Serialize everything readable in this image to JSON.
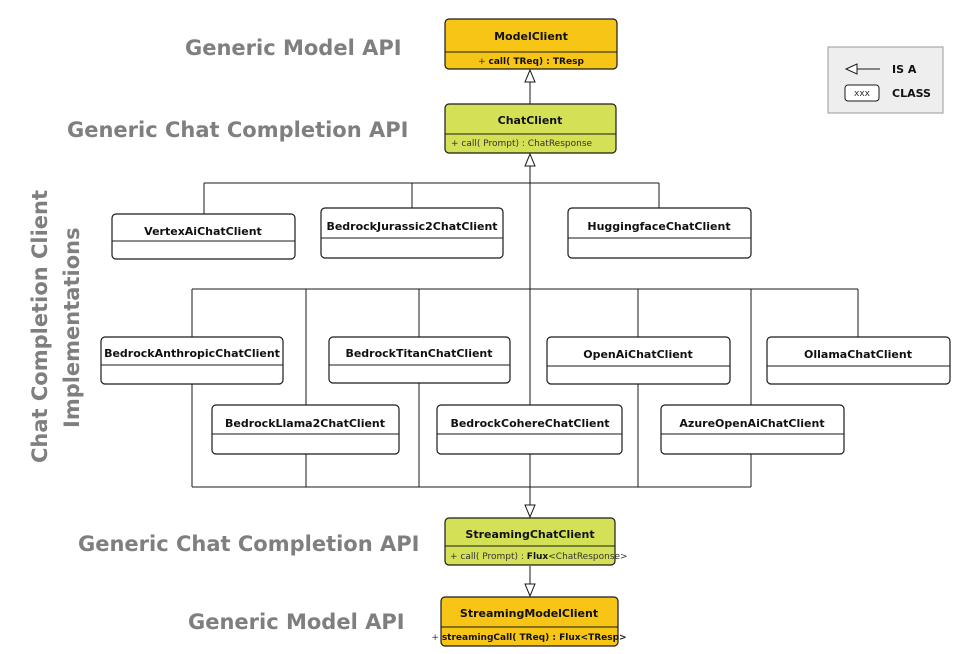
{
  "section_labels": {
    "generic_model_api_top": "Generic Model API",
    "generic_chat_completion_api_top": "Generic Chat Completion API",
    "implementations_line1": "Chat Completion Client",
    "implementations_line2": "Implementations",
    "generic_chat_completion_api_bottom": "Generic Chat Completion API",
    "generic_model_api_bottom": "Generic Model API"
  },
  "boxes": {
    "model_client": {
      "title": "ModelClient",
      "method_prefix": "+ ",
      "method_main": "call( TReq) : TResp",
      "color": "#F7C515"
    },
    "chat_client": {
      "title": "ChatClient",
      "method_prefix": "+ call( Prompt) : ChatResponse",
      "color": "#D4E157"
    },
    "vertex_ai": {
      "title": "VertexAiChatClient"
    },
    "bedrock_jurassic2": {
      "title": "BedrockJurassic2ChatClient"
    },
    "huggingface": {
      "title": "HuggingfaceChatClient"
    },
    "bedrock_anthropic": {
      "title": "BedrockAnthropicChatClient"
    },
    "bedrock_titan": {
      "title": "BedrockTitanChatClient"
    },
    "openai": {
      "title": "OpenAiChatClient"
    },
    "ollama": {
      "title": "OllamaChatClient"
    },
    "bedrock_llama2": {
      "title": "BedrockLlama2ChatClient"
    },
    "bedrock_cohere": {
      "title": "BedrockCohereChatClient"
    },
    "azure_openai": {
      "title": "AzureOpenAiChatClient"
    },
    "streaming_chat_client": {
      "title": "StreamingChatClient",
      "method_prefix": "+ call( Prompt) : ",
      "method_flux": "Flux",
      "method_suffix": "<ChatResponse>",
      "color": "#D4E157"
    },
    "streaming_model_client": {
      "title": "StreamingModelClient",
      "method_prefix": "+ ",
      "method_main": "streamingCall( TReq) : Flux<TResp>",
      "color": "#F7C515"
    }
  },
  "legend": {
    "is_a_label": "IS A",
    "sample_text": "xxx",
    "class_label": "CLASS"
  },
  "colors": {
    "label_gray": "#7F7F7F",
    "model_yellow": "#F7C515",
    "chat_green": "#D4E157",
    "line": "#1A1A1A"
  }
}
